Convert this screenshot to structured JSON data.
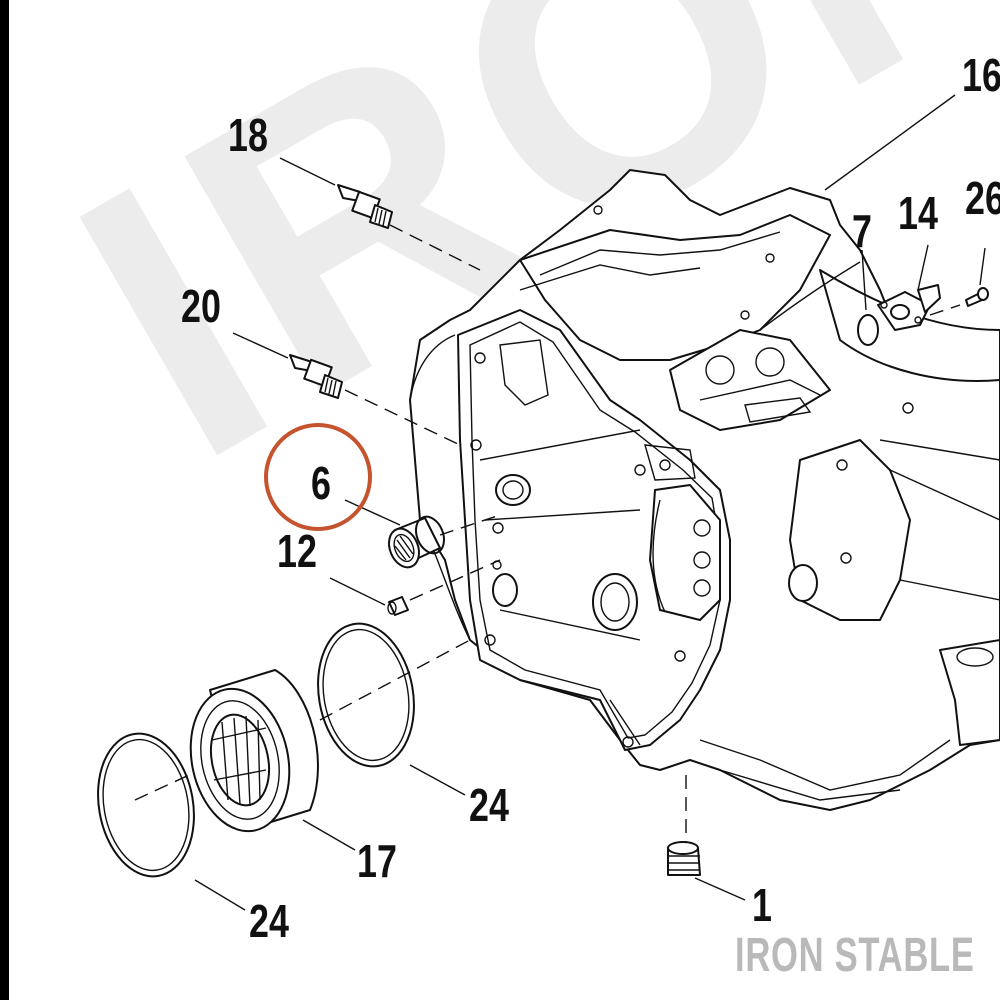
{
  "watermark": {
    "text": "IRON"
  },
  "brand": {
    "text": "IRON STABLE"
  },
  "labels": {
    "l16": "16",
    "l18": "18",
    "l7": "7",
    "l14": "14",
    "l26": "26",
    "l20": "20",
    "l6": "6",
    "l12": "12",
    "l24a": "24",
    "l17": "17",
    "l24b": "24",
    "l1": "1"
  },
  "colors": {
    "highlight_circle": "#c5532e",
    "line": "#111111",
    "brand_gray": "#b9b9b9",
    "watermark_gray": "#ececec"
  }
}
